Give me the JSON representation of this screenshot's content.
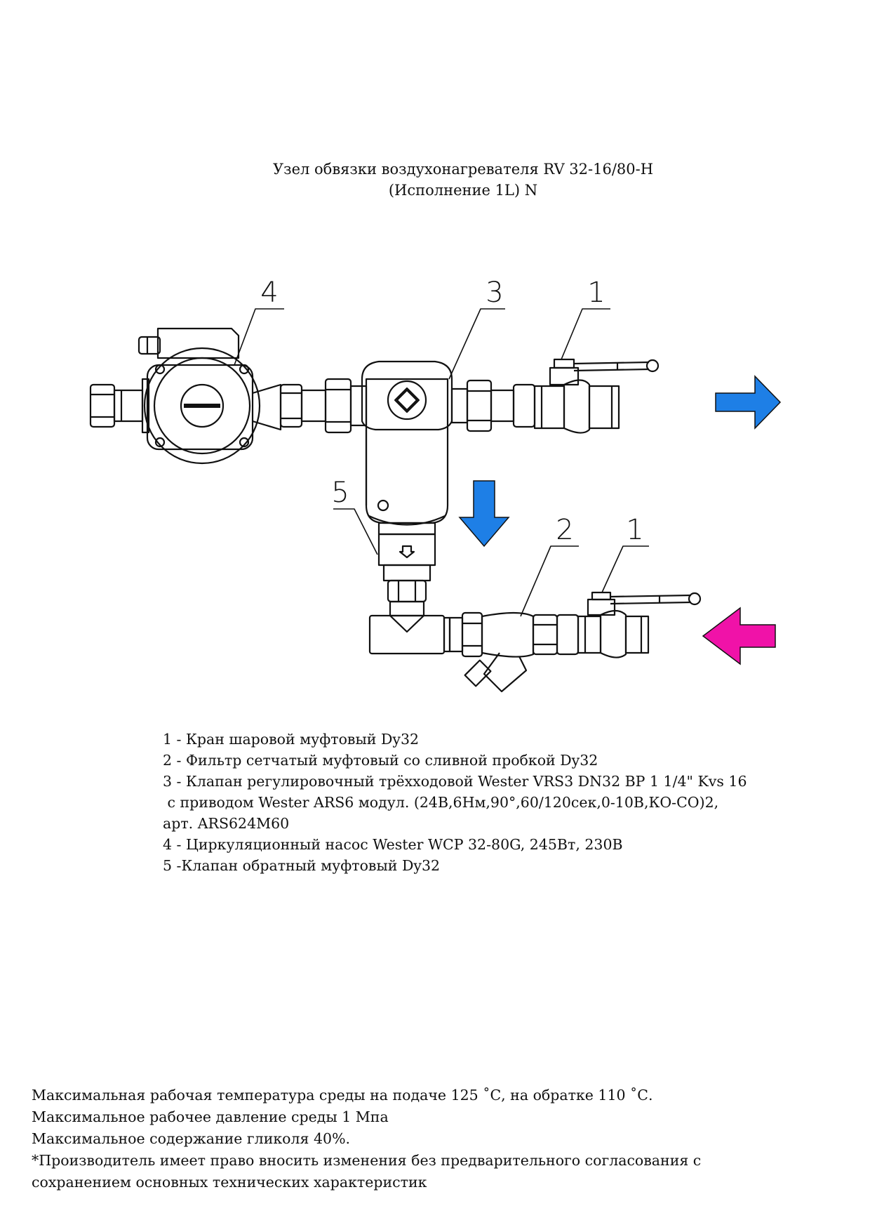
{
  "title": {
    "line1": "Узел обвязки воздухонагревателя RV 32-16/80-H",
    "line2": "(Исполнение 1L) N"
  },
  "callouts": {
    "pump": "4",
    "valve3way": "3",
    "ball_valve_top": "1",
    "check_valve": "5",
    "filter": "2",
    "ball_valve_bottom": "1"
  },
  "arrows": {
    "out_color": "#1e7fe6",
    "down_color": "#1e7fe6",
    "in_color": "#f012a8"
  },
  "legend": [
    "1 - Кран шаровой муфтовый Dy32",
    "2 - Фильтр сетчатый муфтовый со сливной пробкой Dy32",
    "3 - Клапан регулировочный трёхходовой Wester VRS3 DN32 BP 1 1/4\" Kvs 16",
    " с приводом Wester ARS6 модул. (24В,6Нм,90°,60/120сек,0-10В,КО-СО)2,",
    "арт. ARS624M60",
    "4 - Циркуляционный насос Wester WCP 32-80G, 245Вт, 230В",
    "5 -Клапан обратный муфтовый Dy32"
  ],
  "notes": [
    "Максимальная рабочая температура среды на подаче 125 ˚С, на обратке 110 ˚С.",
    "Максимальное рабочее давление среды 1 Мпа",
    "Максимальное содержание гликоля 40%.",
    "*Производитель имеет право вносить изменения без предварительного согласования с",
    "сохранением основных технических характеристик"
  ]
}
